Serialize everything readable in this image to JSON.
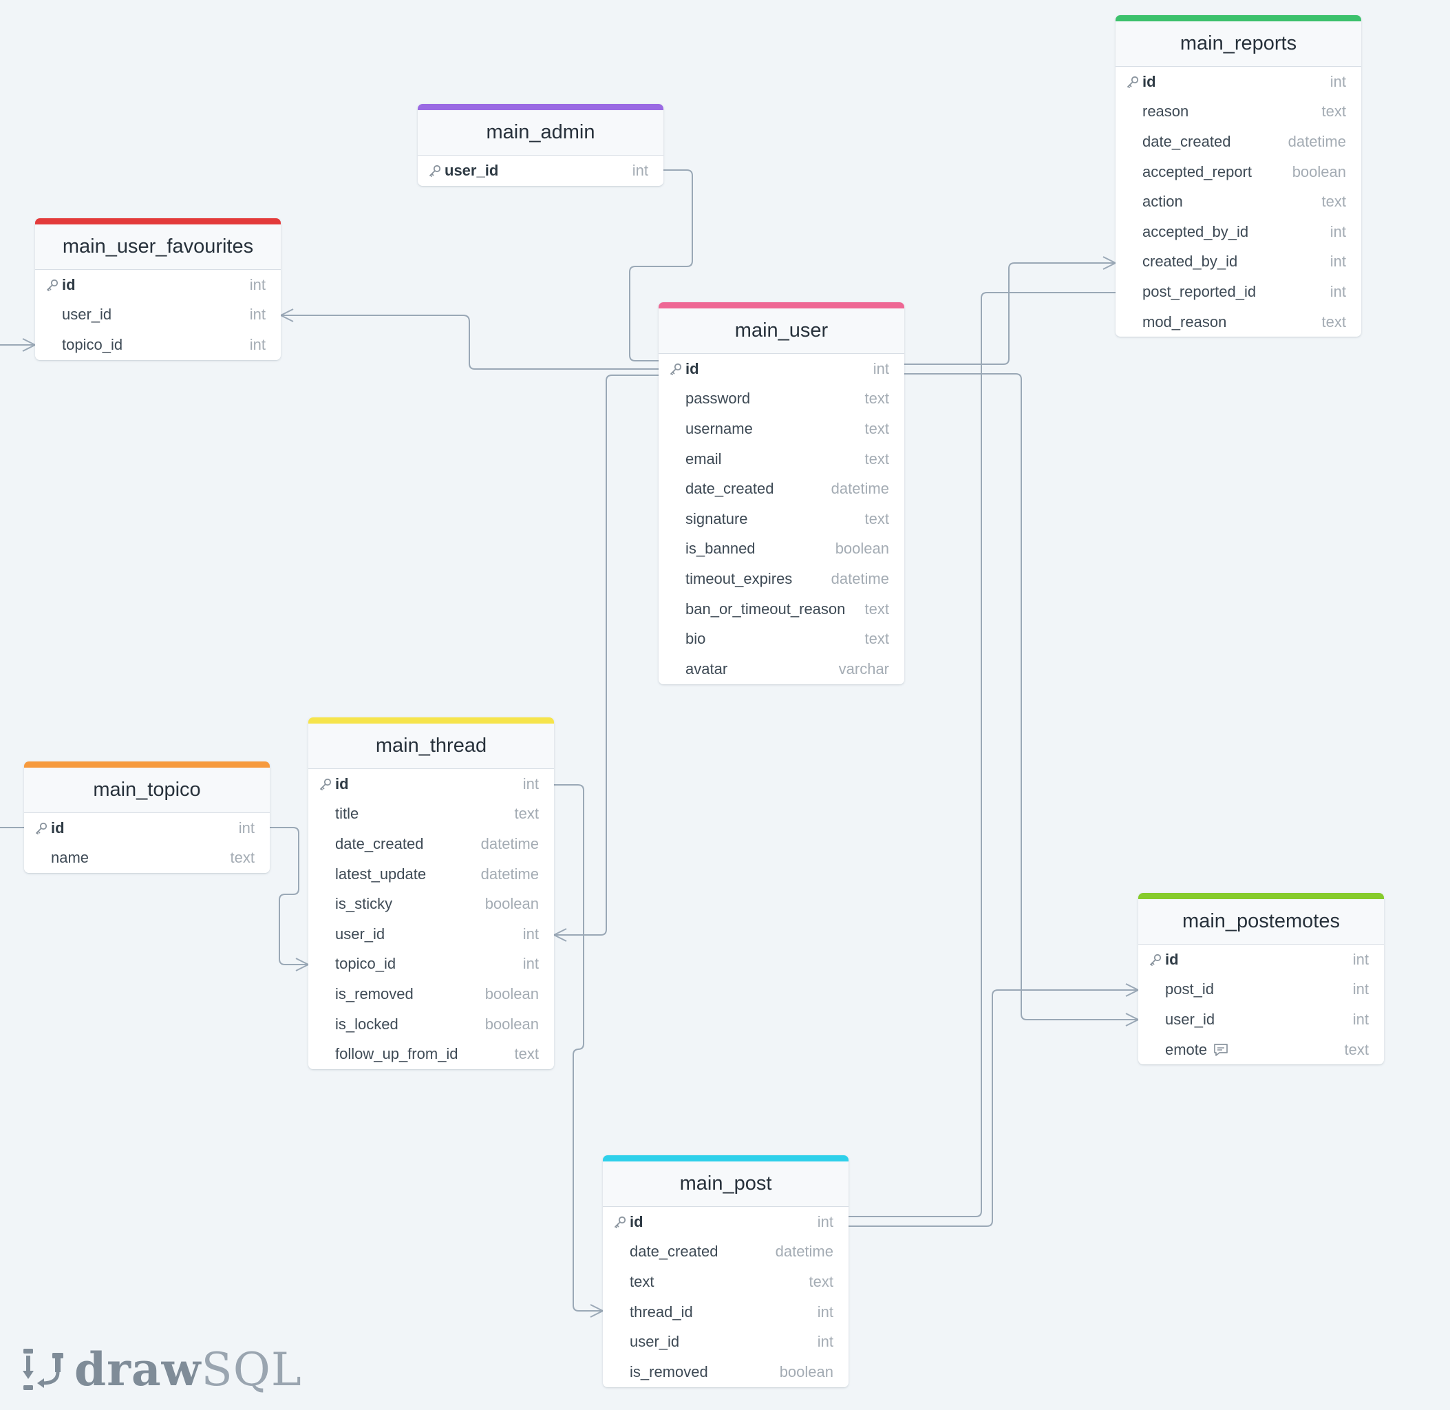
{
  "logo": {
    "part1": "draw",
    "part2": "SQL"
  },
  "tables": [
    {
      "id": "main_reports",
      "name": "main_reports",
      "color": "#3cc16c",
      "columns": [
        {
          "name": "id",
          "type": "int",
          "pk": true
        },
        {
          "name": "reason",
          "type": "text"
        },
        {
          "name": "date_created",
          "type": "datetime"
        },
        {
          "name": "accepted_report",
          "type": "boolean"
        },
        {
          "name": "action",
          "type": "text"
        },
        {
          "name": "accepted_by_id",
          "type": "int"
        },
        {
          "name": "created_by_id",
          "type": "int"
        },
        {
          "name": "post_reported_id",
          "type": "int"
        },
        {
          "name": "mod_reason",
          "type": "text"
        }
      ]
    },
    {
      "id": "main_admin",
      "name": "main_admin",
      "color": "#9a6ae3",
      "columns": [
        {
          "name": "user_id",
          "type": "int",
          "pk": true
        }
      ]
    },
    {
      "id": "main_user_favourites",
      "name": "main_user_favourites",
      "color": "#e33a3a",
      "columns": [
        {
          "name": "id",
          "type": "int",
          "pk": true
        },
        {
          "name": "user_id",
          "type": "int"
        },
        {
          "name": "topico_id",
          "type": "int"
        }
      ]
    },
    {
      "id": "main_user",
      "name": "main_user",
      "color": "#ee6794",
      "columns": [
        {
          "name": "id",
          "type": "int",
          "pk": true
        },
        {
          "name": "password",
          "type": "text"
        },
        {
          "name": "username",
          "type": "text"
        },
        {
          "name": "email",
          "type": "text"
        },
        {
          "name": "date_created",
          "type": "datetime"
        },
        {
          "name": "signature",
          "type": "text"
        },
        {
          "name": "is_banned",
          "type": "boolean"
        },
        {
          "name": "timeout_expires",
          "type": "datetime"
        },
        {
          "name": "ban_or_timeout_reason",
          "type": "text"
        },
        {
          "name": "bio",
          "type": "text"
        },
        {
          "name": "avatar",
          "type": "varchar"
        }
      ]
    },
    {
      "id": "main_thread",
      "name": "main_thread",
      "color": "#f6e44b",
      "columns": [
        {
          "name": "id",
          "type": "int",
          "pk": true
        },
        {
          "name": "title",
          "type": "text"
        },
        {
          "name": "date_created",
          "type": "datetime"
        },
        {
          "name": "latest_update",
          "type": "datetime"
        },
        {
          "name": "is_sticky",
          "type": "boolean"
        },
        {
          "name": "user_id",
          "type": "int"
        },
        {
          "name": "topico_id",
          "type": "int"
        },
        {
          "name": "is_removed",
          "type": "boolean"
        },
        {
          "name": "is_locked",
          "type": "boolean"
        },
        {
          "name": "follow_up_from_id",
          "type": "text"
        }
      ]
    },
    {
      "id": "main_topico",
      "name": "main_topico",
      "color": "#f69a3e",
      "columns": [
        {
          "name": "id",
          "type": "int",
          "pk": true
        },
        {
          "name": "name",
          "type": "text"
        }
      ]
    },
    {
      "id": "main_postemotes",
      "name": "main_postemotes",
      "color": "#86cb2c",
      "columns": [
        {
          "name": "id",
          "type": "int",
          "pk": true
        },
        {
          "name": "post_id",
          "type": "int"
        },
        {
          "name": "user_id",
          "type": "int"
        },
        {
          "name": "emote",
          "type": "text",
          "comment": true
        }
      ]
    },
    {
      "id": "main_post",
      "name": "main_post",
      "color": "#2ed0ea",
      "columns": [
        {
          "name": "id",
          "type": "int",
          "pk": true
        },
        {
          "name": "date_created",
          "type": "datetime"
        },
        {
          "name": "text",
          "type": "text"
        },
        {
          "name": "thread_id",
          "type": "int"
        },
        {
          "name": "user_id",
          "type": "int"
        },
        {
          "name": "is_removed",
          "type": "boolean"
        }
      ]
    }
  ],
  "relations": [
    {
      "from": "main_admin.user_id",
      "to": "main_user.id"
    },
    {
      "from": "main_user_favourites.user_id",
      "to": "main_user.id"
    },
    {
      "from": "main_user_favourites.topico_id",
      "to": "main_topico.id"
    },
    {
      "from": "main_reports.created_by_id",
      "to": "main_user.id"
    },
    {
      "from": "main_reports.post_reported_id",
      "to": "main_post.id"
    },
    {
      "from": "main_thread.user_id",
      "to": "main_user.id"
    },
    {
      "from": "main_thread.topico_id",
      "to": "main_topico.id"
    },
    {
      "from": "main_post.thread_id",
      "to": "main_thread.id"
    },
    {
      "from": "main_postemotes.post_id",
      "to": "main_post.id"
    },
    {
      "from": "main_postemotes.user_id",
      "to": "main_user.id"
    }
  ]
}
